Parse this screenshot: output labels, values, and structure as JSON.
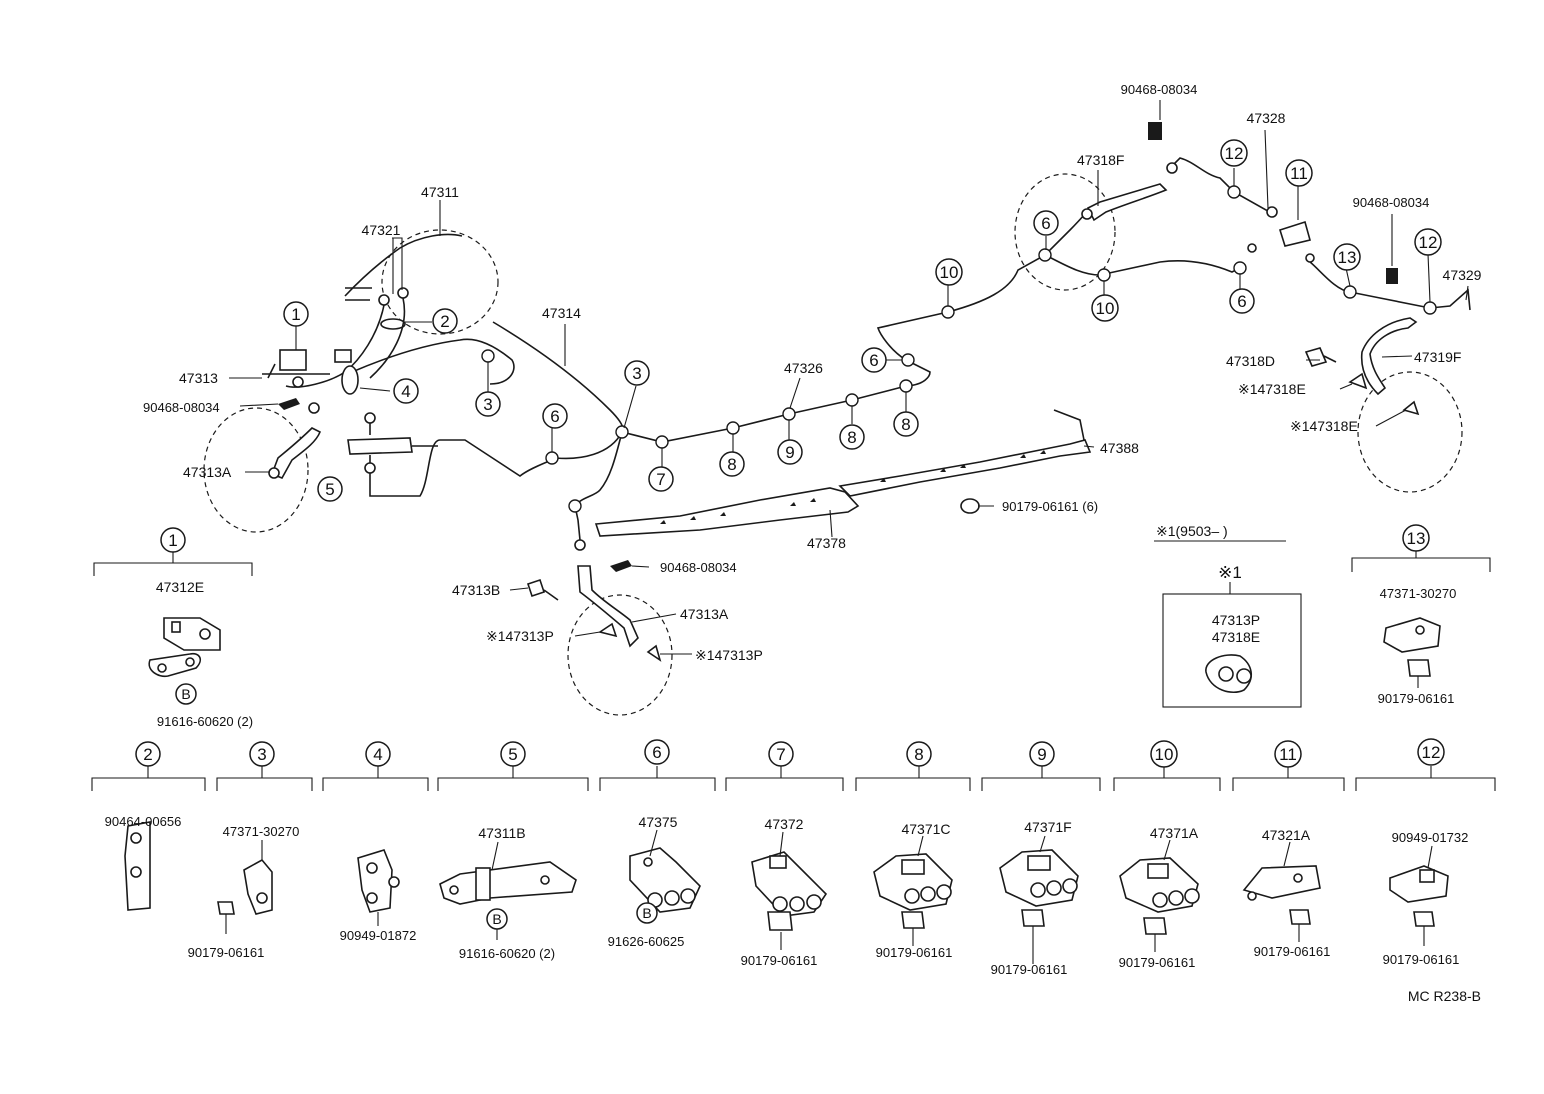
{
  "diagram_id": "MC R238-B",
  "callout_numbers": [
    "1",
    "2",
    "3",
    "4",
    "5",
    "6",
    "7",
    "8",
    "9",
    "10",
    "11",
    "12",
    "13"
  ],
  "main_labels": {
    "p47311": "47311",
    "p47321": "47321",
    "p47313": "47313",
    "p90468_left": "90468-08034",
    "p47313A_left": "47313A",
    "p47314": "47314",
    "p47326": "47326",
    "p47378": "47378",
    "p47388": "47388",
    "p90179_6": "90179-06161 (6)",
    "p47313B": "47313B",
    "p90468_mid": "90468-08034",
    "p47313A_mid": "47313A",
    "p147313P_a": "※147313P",
    "p147313P_b": "※147313P",
    "p90468_top": "90468-08034",
    "p47318F": "47318F",
    "p47328": "47328",
    "p90468_right": "90468-08034",
    "p47329": "47329",
    "p47318D": "47318D",
    "p47319F": "47319F",
    "p147318E_a": "※147318E",
    "p147318E_b": "※147318E"
  },
  "note_box": {
    "header": "※1(9503–        )",
    "title": "※1",
    "line1": "47313P",
    "line2": "47318E"
  },
  "detail_1": {
    "callout": "1",
    "top": "47312E",
    "badge": "B",
    "bottom": "91616-60620 (2)"
  },
  "detail_13": {
    "callout": "13",
    "top": "47371-30270",
    "bottom": "90179-06161"
  },
  "bottom_details": [
    {
      "callout": "2",
      "top": "90464-00656",
      "bottom": ""
    },
    {
      "callout": "3",
      "top": "47371-30270",
      "bottom": "90179-06161"
    },
    {
      "callout": "4",
      "top": "",
      "bottom": "90949-01872"
    },
    {
      "callout": "5",
      "top": "47311B",
      "badge": "B",
      "bottom": "91616-60620 (2)"
    },
    {
      "callout": "6",
      "top": "47375",
      "badge": "B",
      "bottom": "91626-60625"
    },
    {
      "callout": "7",
      "top": "47372",
      "bottom": "90179-06161"
    },
    {
      "callout": "8",
      "top": "47371C",
      "bottom": "90179-06161"
    },
    {
      "callout": "9",
      "top": "47371F",
      "bottom": "90179-06161"
    },
    {
      "callout": "10",
      "top": "47371A",
      "bottom": "90179-06161"
    },
    {
      "callout": "11",
      "top": "47321A",
      "bottom": "90179-06161"
    },
    {
      "callout": "12",
      "top": "90949-01732",
      "bottom": "90179-06161"
    }
  ]
}
